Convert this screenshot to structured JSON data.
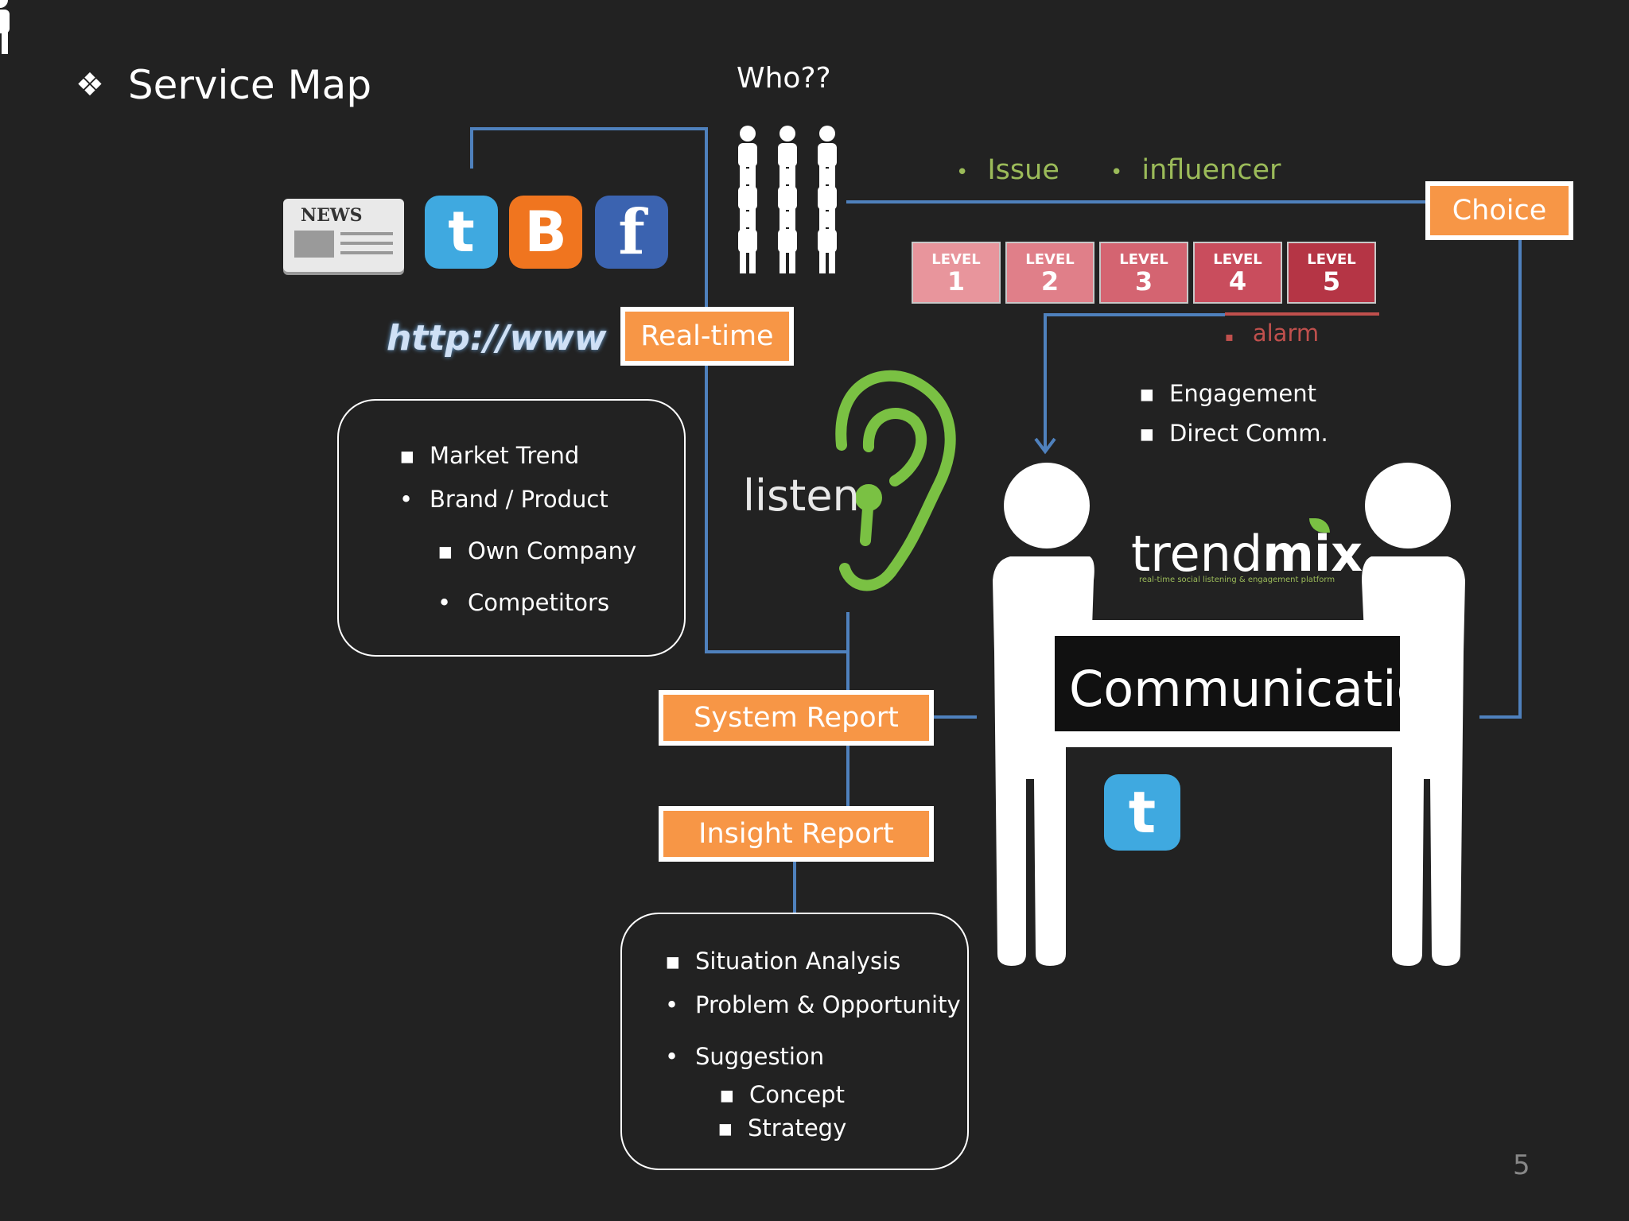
{
  "title": {
    "bullet_icon": "four-diamonds-icon",
    "text": "Service Map"
  },
  "who": "Who??",
  "sources": {
    "news_label": "NEWS",
    "url_text": "http://www",
    "icons": [
      "newspaper-icon",
      "twitter-icon",
      "blogger-icon",
      "facebook-icon"
    ]
  },
  "crowd_icon": "people-group-icon",
  "filters": [
    {
      "bullet": "•",
      "label": "Issue"
    },
    {
      "bullet": "•",
      "label": "influencer"
    }
  ],
  "boxes": {
    "choice": "Choice",
    "realtime": "Real-time",
    "system_report": "System Report",
    "insight_report": "Insight Report"
  },
  "levels": [
    {
      "word": "LEVEL",
      "num": "1",
      "color": "#e8959c"
    },
    {
      "word": "LEVEL",
      "num": "2",
      "color": "#e07f89"
    },
    {
      "word": "LEVEL",
      "num": "3",
      "color": "#d46471"
    },
    {
      "word": "LEVEL",
      "num": "4",
      "color": "#c94d5d"
    },
    {
      "word": "LEVEL",
      "num": "5",
      "color": "#b53545"
    }
  ],
  "alarm": {
    "bullet": "▪",
    "label": "alarm"
  },
  "market_box": [
    {
      "bullet": "▪",
      "text": "Market Trend"
    },
    {
      "bullet": "•",
      "text": "Brand / Product"
    },
    {
      "bullet": "▪",
      "text": "Own Company"
    },
    {
      "bullet": "•",
      "text": "Competitors"
    }
  ],
  "engagement": [
    {
      "bullet": "▪",
      "text": "Engagement"
    },
    {
      "bullet": "▪",
      "text": "Direct Comm."
    }
  ],
  "listen": "listen",
  "trendmix": {
    "light": "trend",
    "bold": "mix",
    "subtitle": "real-time social listening & engagement platform"
  },
  "communication": "Communication",
  "insight_box": [
    {
      "bullet": "▪",
      "text": "Situation Analysis"
    },
    {
      "bullet": "•",
      "text": "Problem & Opportunity"
    },
    {
      "bullet": "•",
      "text": "Suggestion"
    },
    {
      "bullet": "▪",
      "text": "Concept"
    },
    {
      "bullet": "▪",
      "text": "Strategy"
    }
  ],
  "page_number": "5",
  "colors": {
    "background": "#222222",
    "connector": "#4f81bd",
    "orange": "#f79646",
    "green": "#9bbb59",
    "alarm": "#c0504d"
  }
}
